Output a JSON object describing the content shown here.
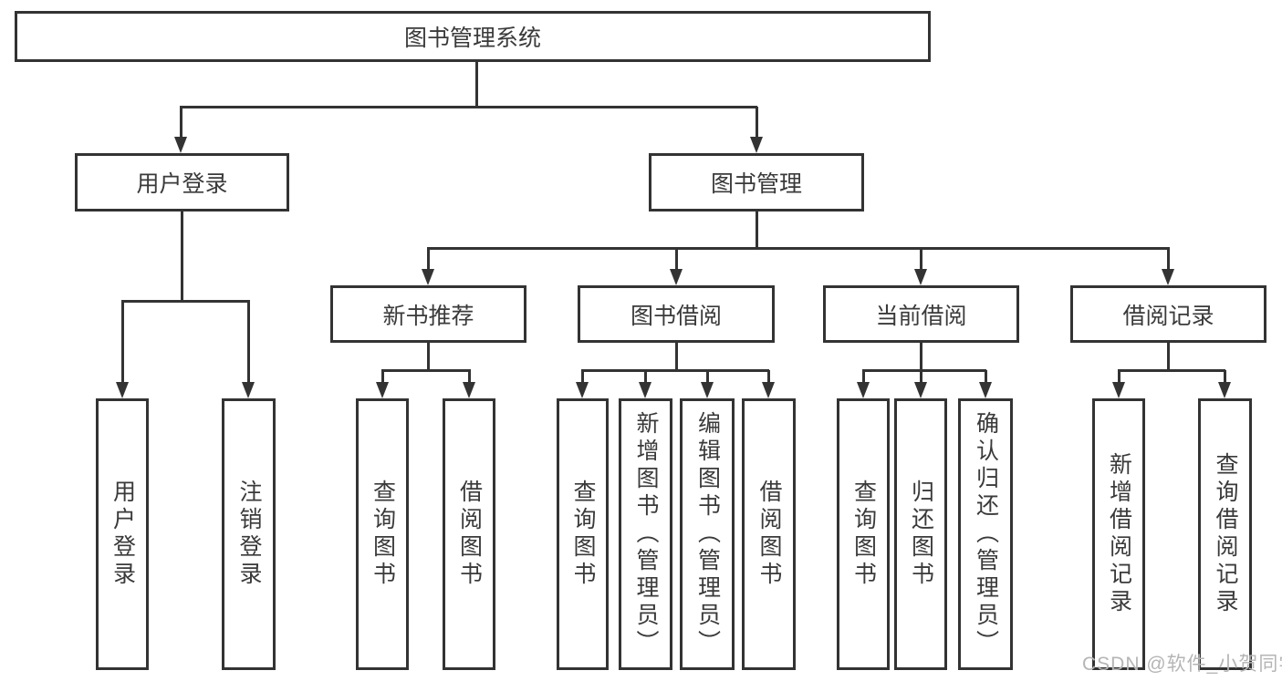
{
  "diagram": {
    "root": {
      "label": "图书管理系统"
    },
    "branches": [
      {
        "label": "用户登录",
        "children": [
          {
            "label": "用户登录"
          },
          {
            "label": "注销登录"
          }
        ]
      },
      {
        "label": "图书管理",
        "children": [
          {
            "label": "新书推荐",
            "children": [
              {
                "label": "查询图书"
              },
              {
                "label": "借阅图书"
              }
            ]
          },
          {
            "label": "图书借阅",
            "children": [
              {
                "label": "查询图书"
              },
              {
                "label": "新增图书（管理员）"
              },
              {
                "label": "编辑图书（管理员）"
              },
              {
                "label": "借阅图书"
              }
            ]
          },
          {
            "label": "当前借阅",
            "children": [
              {
                "label": "查询图书"
              },
              {
                "label": "归还图书"
              },
              {
                "label": "确认归还（管理员）"
              }
            ]
          },
          {
            "label": "借阅记录",
            "children": [
              {
                "label": "新增借阅记录"
              },
              {
                "label": "查询借阅记录"
              }
            ]
          }
        ]
      }
    ]
  },
  "watermark": {
    "text": "CSDN @软件_小贺同学",
    "color": "#b5b5b5"
  },
  "colors": {
    "line": "#333333",
    "box_border": "#333333",
    "text": "#3a3a3a",
    "background": "#ffffff"
  }
}
